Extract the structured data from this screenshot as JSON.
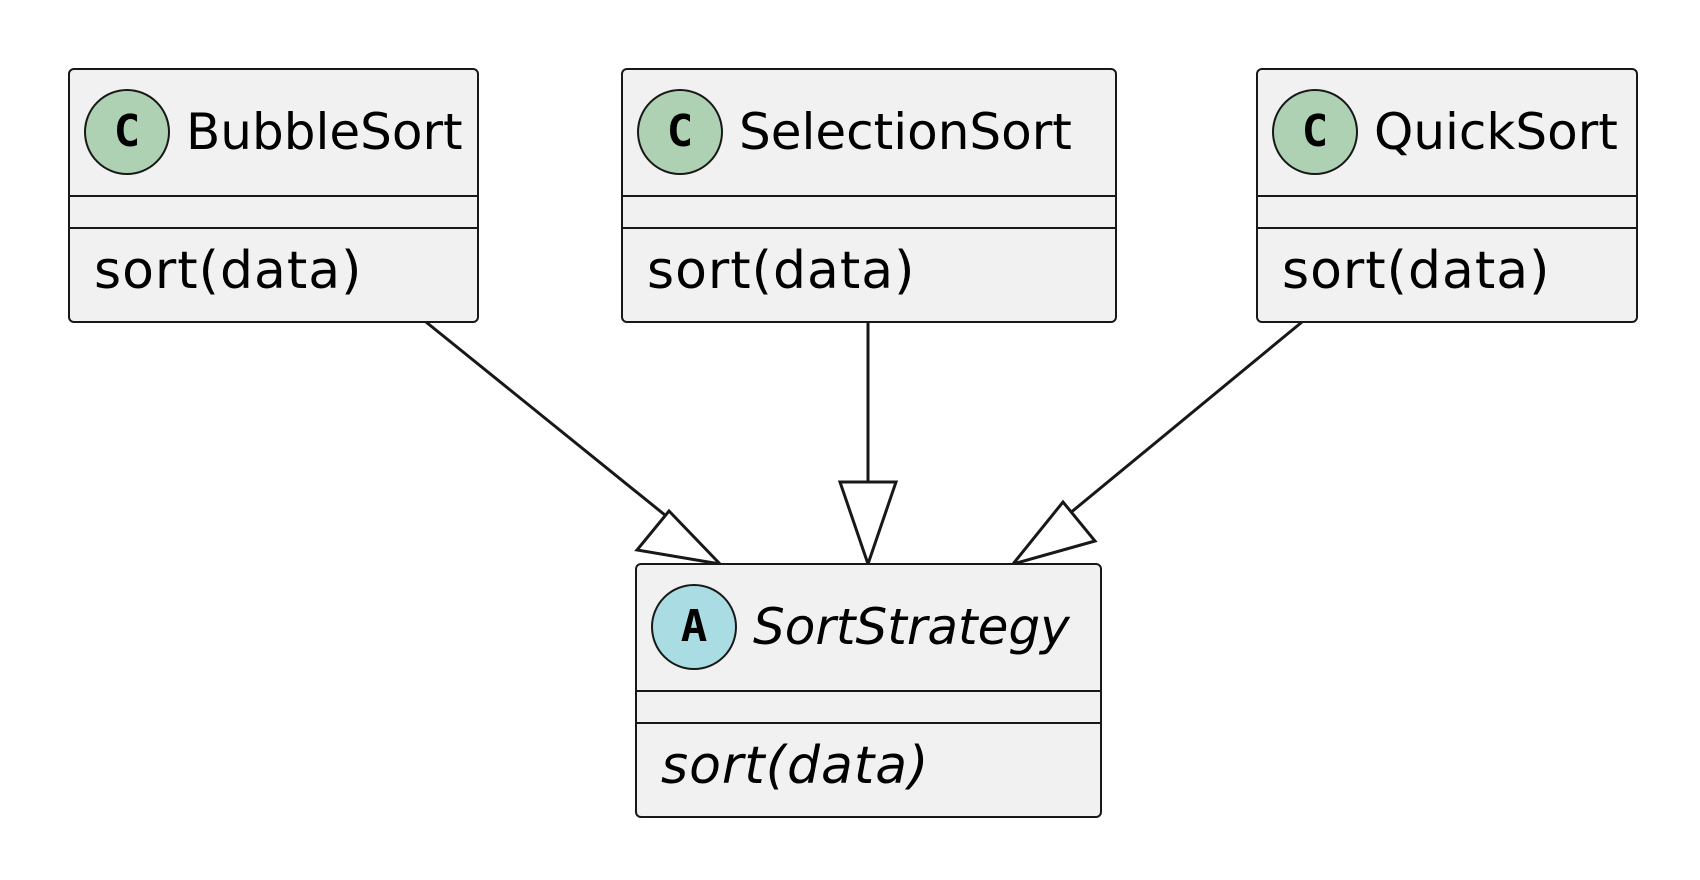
{
  "diagram": {
    "classes": [
      {
        "id": "bubble",
        "stereotype_letter": "C",
        "stereotype_icon": "class-c-icon",
        "name": "BubbleSort",
        "methods": [
          "sort(data)"
        ],
        "abstract": false
      },
      {
        "id": "selection",
        "stereotype_letter": "C",
        "stereotype_icon": "class-c-icon",
        "name": "SelectionSort",
        "methods": [
          "sort(data)"
        ],
        "abstract": false
      },
      {
        "id": "quick",
        "stereotype_letter": "C",
        "stereotype_icon": "class-c-icon",
        "name": "QuickSort",
        "methods": [
          "sort(data)"
        ],
        "abstract": false
      },
      {
        "id": "strategy",
        "stereotype_letter": "A",
        "stereotype_icon": "abstract-a-icon",
        "name": "SortStrategy",
        "methods": [
          "sort(data)"
        ],
        "abstract": true
      }
    ],
    "relations": [
      {
        "from": "BubbleSort",
        "to": "SortStrategy",
        "type": "generalization"
      },
      {
        "from": "SelectionSort",
        "to": "SortStrategy",
        "type": "generalization"
      },
      {
        "from": "QuickSort",
        "to": "SortStrategy",
        "type": "generalization"
      }
    ],
    "colors": {
      "class_fill": "#f1f1f1",
      "border": "#181818",
      "class_stereotype": "#add1b2",
      "abstract_stereotype": "#a9dce3"
    }
  }
}
